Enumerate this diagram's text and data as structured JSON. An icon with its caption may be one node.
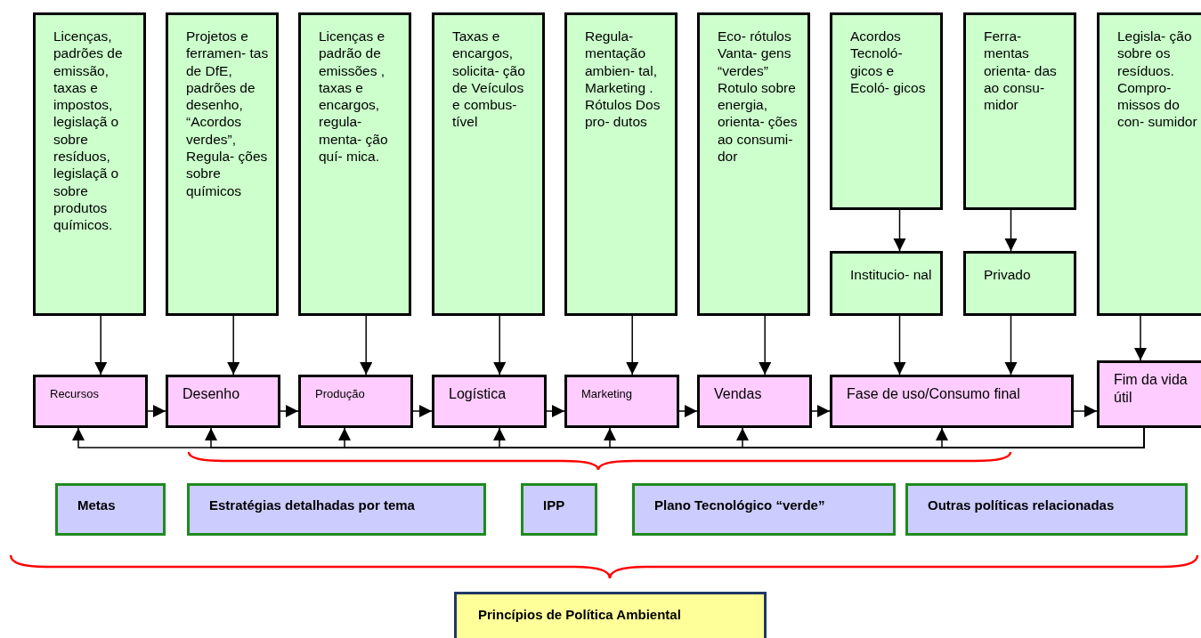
{
  "diagram": {
    "nodes": [
      {
        "text": [
          "Licenças, padrões de emissão, taxas e impostos, legislaçã o sobre resíduos, legislaçã o sobre produtos químicos."
        ]
      },
      {
        "text": [
          "Projetos e ferramen- tas de DfE, padrões de desenho, “Acordos verdes”, Regula- ções sobre químicos"
        ]
      },
      {
        "text": [
          "Licenças e padrão de emissões , taxas e encargos, regula- menta- ção quí- mica."
        ]
      },
      {
        "text": [
          "Taxas e encargos, solicita- ção de Veículos e combus- tível"
        ]
      },
      {
        "text": [
          "Regula- mentação ambien- tal, Marketing . Rótulos Dos pro- dutos"
        ]
      },
      {
        "text": [
          "Eco- rótulos Vanta- gens “verdes” Rotulo sobre energia, orienta- ções ao consumi- dor"
        ]
      },
      {
        "text": [
          "Acordos Tecnoló- gicos e Ecoló- gicos"
        ]
      },
      {
        "text": [
          "Ferra- mentas orienta- das ao consu- midor"
        ]
      },
      {
        "text": [
          "Legisla- ção sobre os resíduos. Compro- missos do con- sumidor"
        ]
      },
      {
        "text": [
          "Institucio- nal"
        ]
      },
      {
        "text": [
          "Privado"
        ]
      },
      {
        "text": [
          "Recursos"
        ]
      },
      {
        "text": [
          "Desenho"
        ]
      },
      {
        "text": [
          "Produção"
        ]
      },
      {
        "text": [
          "Logística"
        ]
      },
      {
        "text": [
          "Marketing"
        ]
      },
      {
        "text": [
          "Vendas"
        ]
      },
      {
        "text": [
          "Fase de uso/Consumo final"
        ]
      },
      {
        "text": [
          "Fim da vida útil"
        ]
      },
      {
        "text": [
          "Metas"
        ]
      },
      {
        "text": [
          "Estratégias detalhadas por tema"
        ]
      },
      {
        "text": [
          "IPP"
        ]
      },
      {
        "text": [
          "Plano Tecnológico “verde”"
        ]
      },
      {
        "text": [
          "Outras políticas relacionadas"
        ]
      },
      {
        "text": [
          "Princípios de Política Ambiental"
        ]
      }
    ],
    "edges": [
      {
        "from": 0,
        "to": 11,
        "arrow": "to"
      },
      {
        "from": 1,
        "to": 12,
        "arrow": "to"
      },
      {
        "from": 2,
        "to": 13,
        "arrow": "to"
      },
      {
        "from": 3,
        "to": 14,
        "arrow": "to"
      },
      {
        "from": 4,
        "to": 15,
        "arrow": "to"
      },
      {
        "from": 5,
        "to": 16,
        "arrow": "to"
      },
      {
        "from": 6,
        "to": 9,
        "arrow": "to"
      },
      {
        "from": 7,
        "to": 10,
        "arrow": "to"
      },
      {
        "from": 9,
        "to": 17,
        "arrow": "to"
      },
      {
        "from": 10,
        "to": 17,
        "arrow": "to"
      },
      {
        "from": 8,
        "to": 18,
        "arrow": "to"
      },
      {
        "from": 11,
        "to": 12,
        "arrow": "to"
      },
      {
        "from": 12,
        "to": 13,
        "arrow": "to"
      },
      {
        "from": 13,
        "to": 14,
        "arrow": "to"
      },
      {
        "from": 14,
        "to": 15,
        "arrow": "to"
      },
      {
        "from": 15,
        "to": 16,
        "arrow": "to"
      },
      {
        "from": 16,
        "to": 17,
        "arrow": "to"
      },
      {
        "from": 17,
        "to": 18,
        "arrow": "to"
      },
      {
        "from": 18,
        "to": 11,
        "arrow": "to"
      },
      {
        "from": 18,
        "to": 12,
        "arrow": "to"
      },
      {
        "from": 18,
        "to": 13,
        "arrow": "to"
      },
      {
        "from": 18,
        "to": 14,
        "arrow": "to"
      },
      {
        "from": 18,
        "to": 15,
        "arrow": "to"
      },
      {
        "from": 18,
        "to": 16,
        "arrow": "to"
      },
      {
        "from": 18,
        "to": 17,
        "arrow": "to"
      }
    ]
  }
}
